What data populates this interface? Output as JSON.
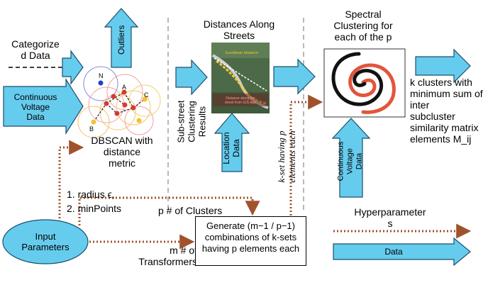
{
  "labels": {
    "categorized_data": "Categorize\nd Data",
    "continuous_voltage_data_left": "Continuous\nVoltage\nData",
    "outliers": "Outliers",
    "dbscan": "DBSCAN with\ndistance\nmetric",
    "sub_street": "Sub-street\nClustering\nResults",
    "distances_along_streets": "Distances Along\nStreets",
    "location_data": "Location\nData",
    "k_set": "k-set having p\nelements each",
    "spectral": "Spectral\nClustering for\neach of the p",
    "continuous_voltage_data_right": "Continuous\nVoltage\nData",
    "k_clusters": "k clusters with\nminimum sum of\ninter\nsubcluster\nsimilarity matrix\nelements M_ij",
    "radius": "1. radius ϵ,",
    "min_points": "2. minPoints",
    "p_clusters": "p # of Clusters",
    "input_parameters": "Input\nParameters",
    "m_transformers": "m # of\nTransformers",
    "generate_line1": "Generate (m−1 / p−1)",
    "generate_line2": "combinations of k-sets",
    "generate_line3": "having p elements each",
    "legend_hyperparameters": "Hyperparameter\ns",
    "legend_data": "Data"
  },
  "map_inset": {
    "euclidean_label": "Euclidean distance",
    "street_label": "Distance along the\nstreet from GIS App"
  },
  "dbscan_points": {
    "n": "N",
    "a": "A",
    "b": "B",
    "c": "C"
  },
  "colors": {
    "arrow_fill": "#66ccee",
    "arrow_stroke": "#1a4f6e",
    "ellipse_fill": "#66ccee",
    "dotted_brown": "#a0522d",
    "spiral_red": "#e2553c",
    "spiral_black": "#111111"
  }
}
